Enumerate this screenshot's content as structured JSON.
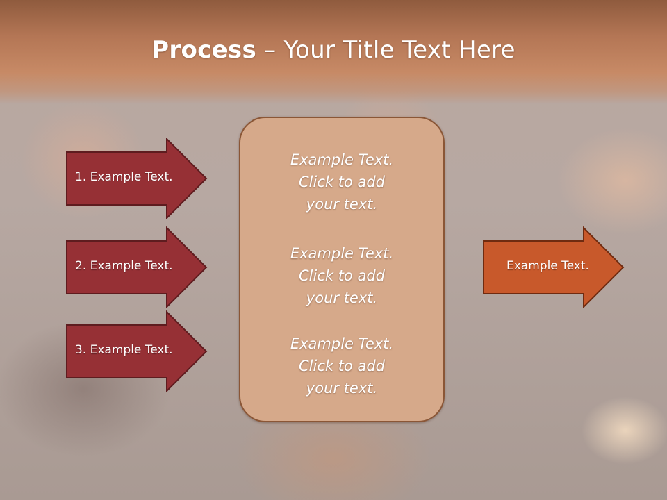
{
  "title": {
    "bold": "Process",
    "rest": " – Your Title Text Here"
  },
  "left_steps": [
    {
      "label": "1. Example Text."
    },
    {
      "label": "2. Example Text."
    },
    {
      "label": "3. Example Text."
    }
  ],
  "center_blocks": [
    {
      "lines": [
        "Example Text.",
        "Click  to add",
        "your text."
      ]
    },
    {
      "lines": [
        "Example Text.",
        "Click  to add",
        "your text."
      ]
    },
    {
      "lines": [
        "Example Text.",
        "Click  to add",
        "your text."
      ]
    }
  ],
  "result": {
    "label": "Example Text."
  },
  "colors": {
    "step_fill": "#963035",
    "result_fill": "#c8592b",
    "center_fill": "#d6a98a"
  }
}
